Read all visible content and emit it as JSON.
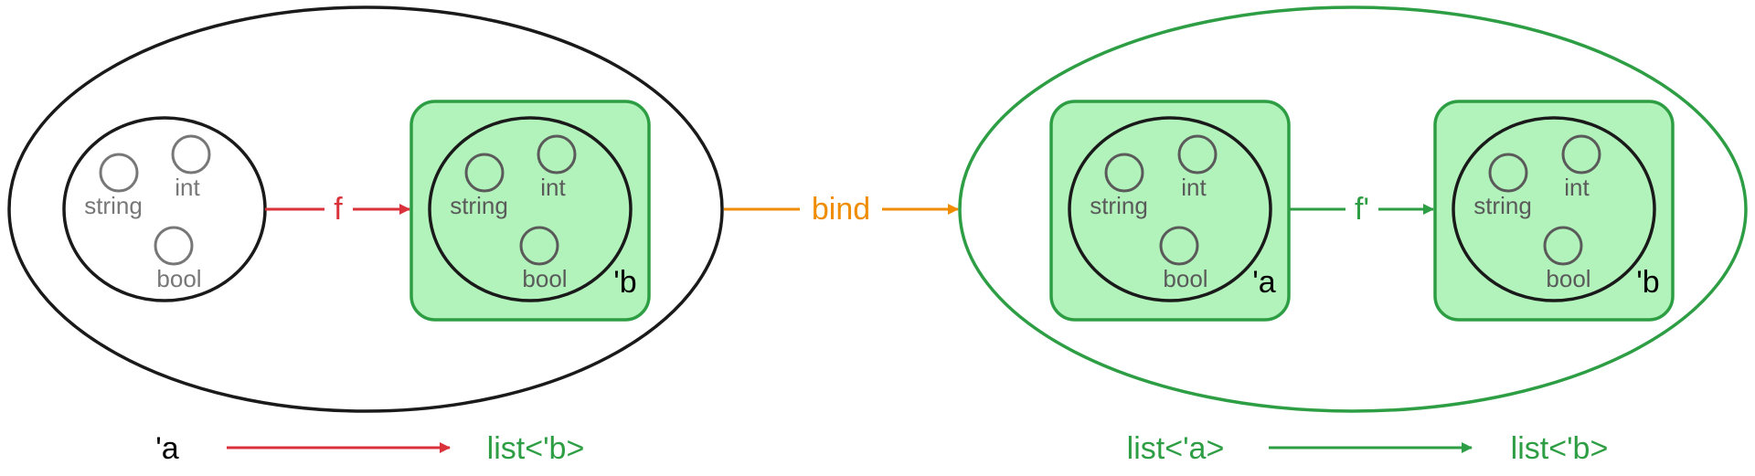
{
  "colors": {
    "black": "#1a1a1a",
    "gray": "#777777",
    "green": "#2e9e44",
    "green_fill": "#b2f2bb",
    "red": "#d9323a",
    "orange": "#f08c00"
  },
  "left_panel": {
    "inner_types": {
      "string": "string",
      "int": "int",
      "bool": "bool"
    },
    "box_label": "'b",
    "arrow_label": "f"
  },
  "bind_label": "bind",
  "right_panel": {
    "inner_types": {
      "string": "string",
      "int": "int",
      "bool": "bool"
    },
    "box_a_label": "'a",
    "box_b_label": "'b",
    "arrow_label": "f'"
  },
  "signatures": {
    "left": {
      "from": "'a",
      "to": "list<'b>"
    },
    "right": {
      "from": "list<'a>",
      "to": "list<'b>"
    }
  }
}
